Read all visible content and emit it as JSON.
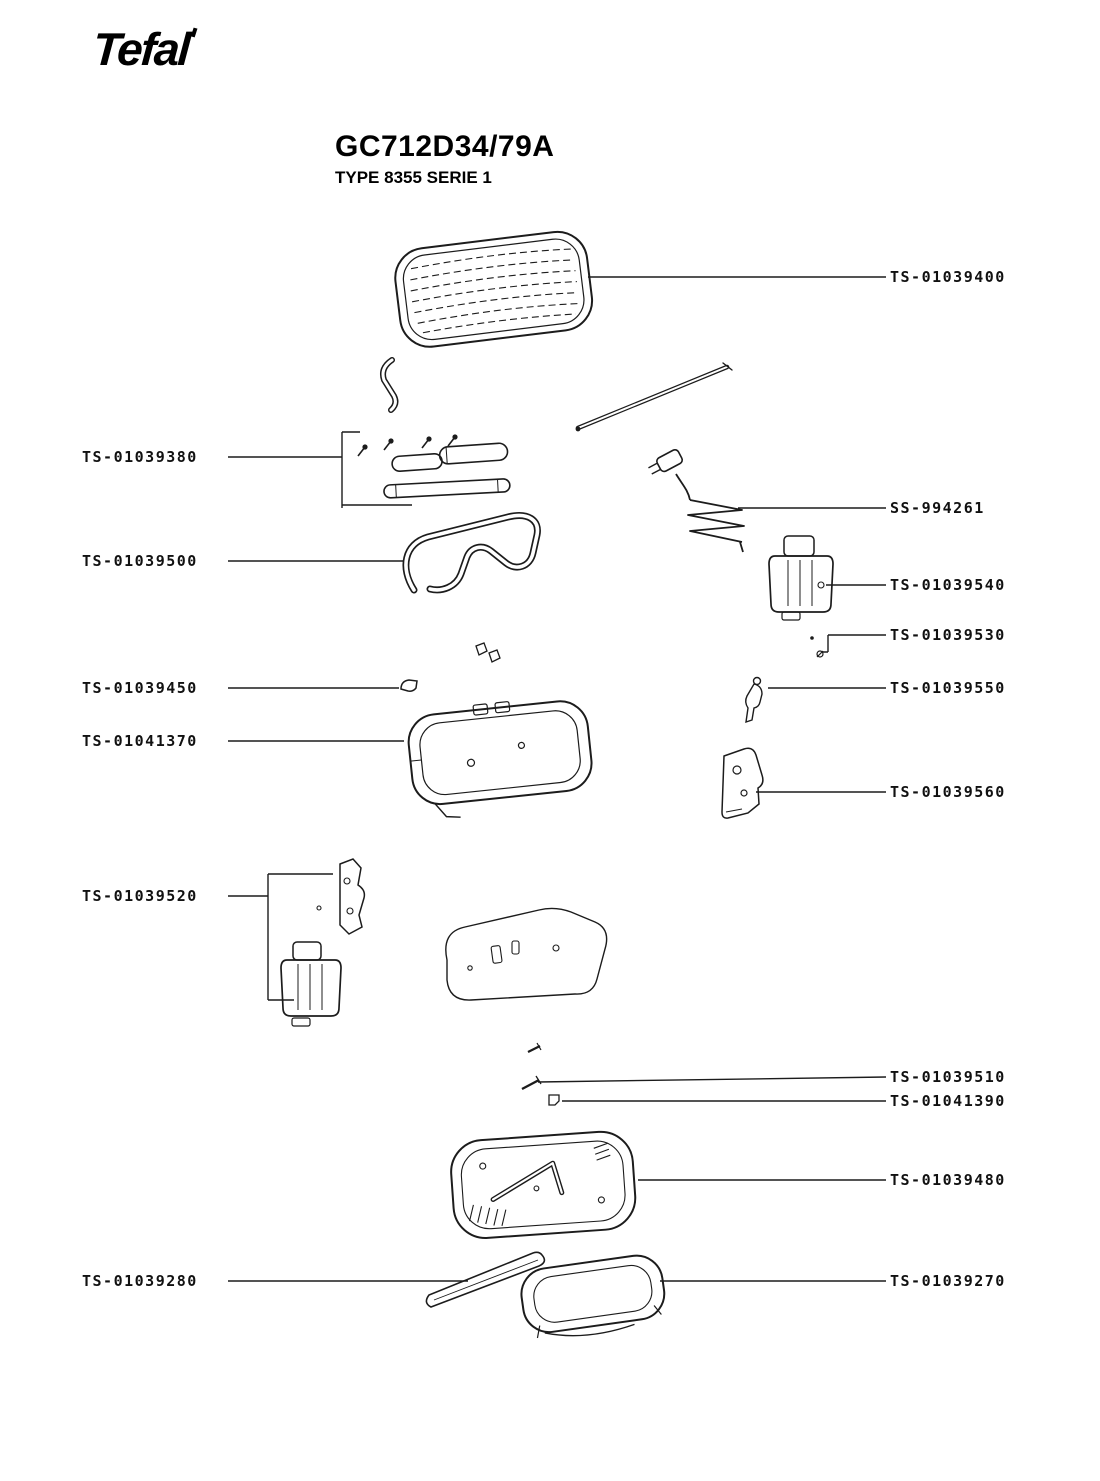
{
  "brand": {
    "name": "Tefal"
  },
  "header": {
    "model": "GC712D34/79A",
    "type": "TYPE 8355 SERIE 1"
  },
  "parts": [
    {
      "number": "TS-01039400"
    },
    {
      "number": "TS-01039380"
    },
    {
      "number": "SS-994261"
    },
    {
      "number": "TS-01039500"
    },
    {
      "number": "TS-01039540"
    },
    {
      "number": "TS-01039530"
    },
    {
      "number": "TS-01039450"
    },
    {
      "number": "TS-01039550"
    },
    {
      "number": "TS-01041370"
    },
    {
      "number": "TS-01039560"
    },
    {
      "number": "TS-01039520"
    },
    {
      "number": "TS-01039510"
    },
    {
      "number": "TS-01041390"
    },
    {
      "number": "TS-01039480"
    },
    {
      "number": "TS-01039280"
    },
    {
      "number": "TS-01039270"
    }
  ]
}
